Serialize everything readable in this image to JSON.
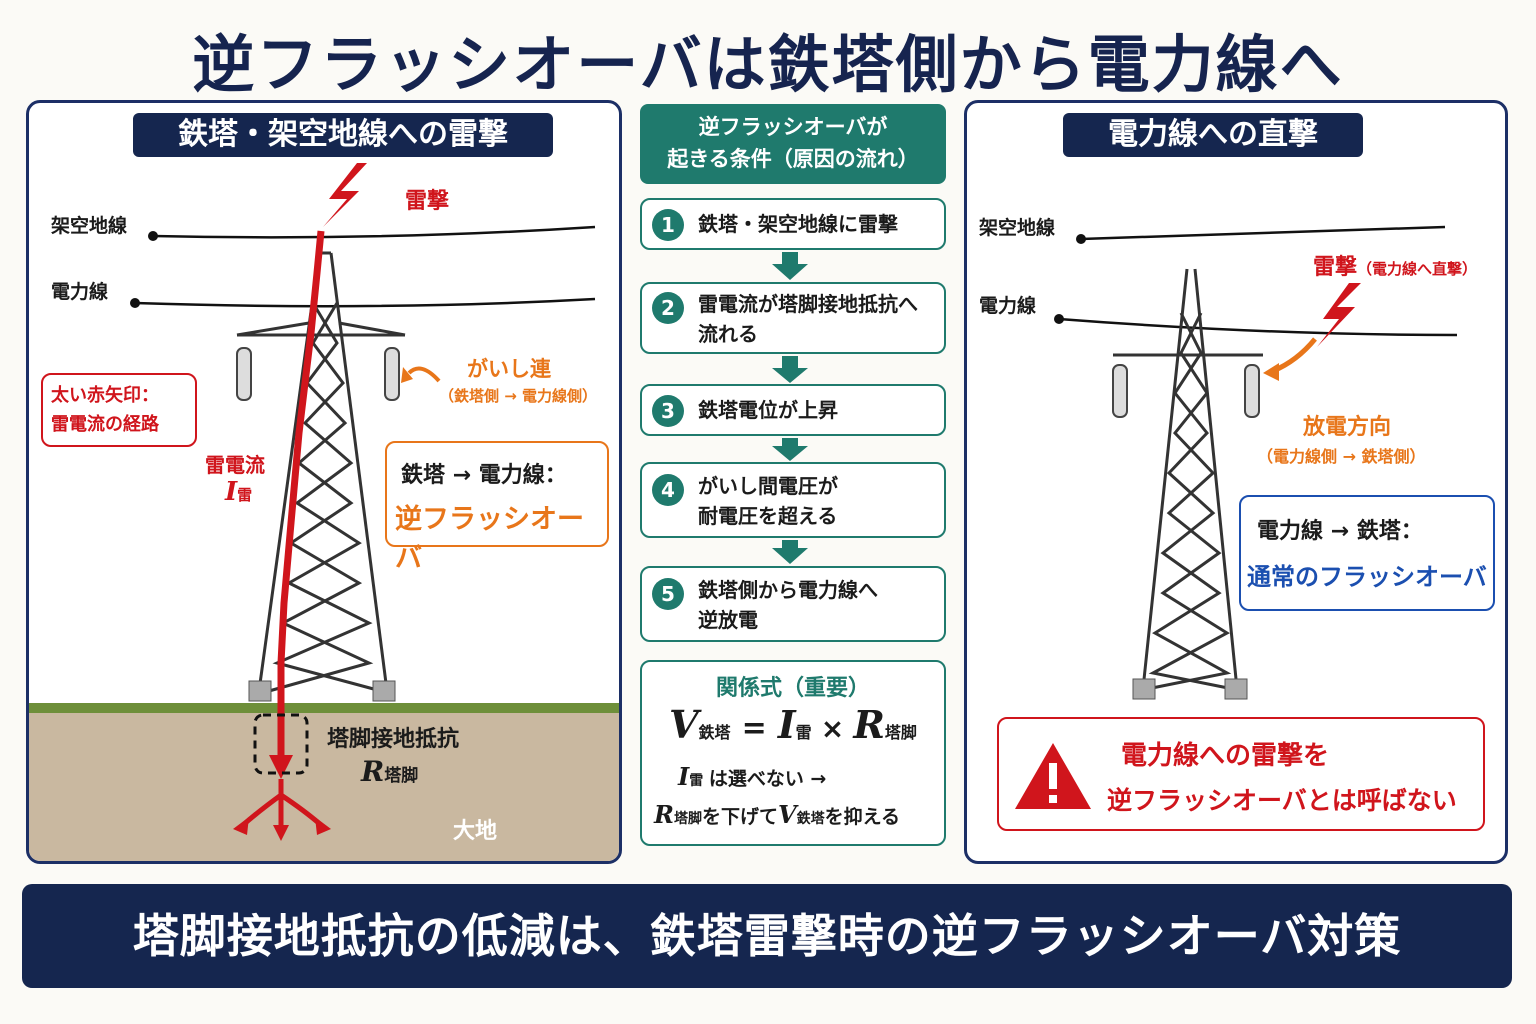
{
  "title": "逆フラッシオーバは鉄塔側から電力線へ",
  "left": {
    "header": "鉄塔・架空地線への雷撃",
    "strike": "雷撃",
    "ground_wire": "架空地線",
    "power_line": "電力線",
    "insulator": "がいし連",
    "insulator_sub": "（鉄塔側 → 電力線側）",
    "note": "太い赤矢印：\n雷電流の経路",
    "current_label": "雷電流",
    "current_symbol": "I",
    "current_sub": "雷",
    "result_line1": "鉄塔 → 電力線：",
    "result_line2": "逆フラッシオーバ",
    "footing_label": "塔脚接地抵抗",
    "footing_symbol": "R",
    "footing_sub": "塔脚",
    "earth": "大地"
  },
  "center": {
    "header": "逆フラッシオーバが\n起きる条件（原因の流れ）",
    "steps": [
      {
        "num": "1",
        "text": "鉄塔・架空地線に雷撃"
      },
      {
        "num": "2",
        "text": "雷電流が塔脚接地抵抗へ\n流れる"
      },
      {
        "num": "3",
        "text": "鉄塔電位が上昇"
      },
      {
        "num": "4",
        "text": "がいし間電圧が\n耐電圧を超える"
      },
      {
        "num": "5",
        "text": "鉄塔側から電力線へ\n逆放電"
      }
    ],
    "formula_title": "関係式（重要）",
    "formula": {
      "v": "V",
      "v_sub": "鉄塔",
      "eq": "=",
      "i": "I",
      "i_sub": "雷",
      "times": "×",
      "r": "R",
      "r_sub": "塔脚"
    },
    "note1": {
      "i": "I",
      "i_sub": "雷",
      "text": "は選べない →"
    },
    "note2": {
      "r": "R",
      "r_sub": "塔脚",
      "text1": "を下げて",
      "v": "V",
      "v_sub": "鉄塔",
      "text2": "を抑える"
    }
  },
  "right": {
    "header": "電力線への直撃",
    "ground_wire": "架空地線",
    "power_line": "電力線",
    "strike": "雷撃",
    "strike_sub": "（電力線へ直撃）",
    "discharge": "放電方向",
    "discharge_sub": "（電力線側 → 鉄塔側）",
    "result_line1": "電力線 → 鉄塔：",
    "result_line2": "通常のフラッシオーバ",
    "warning_line1": "電力線への雷撃を",
    "warning_line2": "逆フラッシオーバとは呼ばない"
  },
  "footer": "塔脚接地抵抗の低減は、鉄塔雷撃時の逆フラッシオーバ対策",
  "colors": {
    "navy": "#15264f",
    "teal": "#1f7a6d",
    "red": "#d0151c",
    "orange": "#e8761a",
    "blue": "#1b4fb0"
  }
}
